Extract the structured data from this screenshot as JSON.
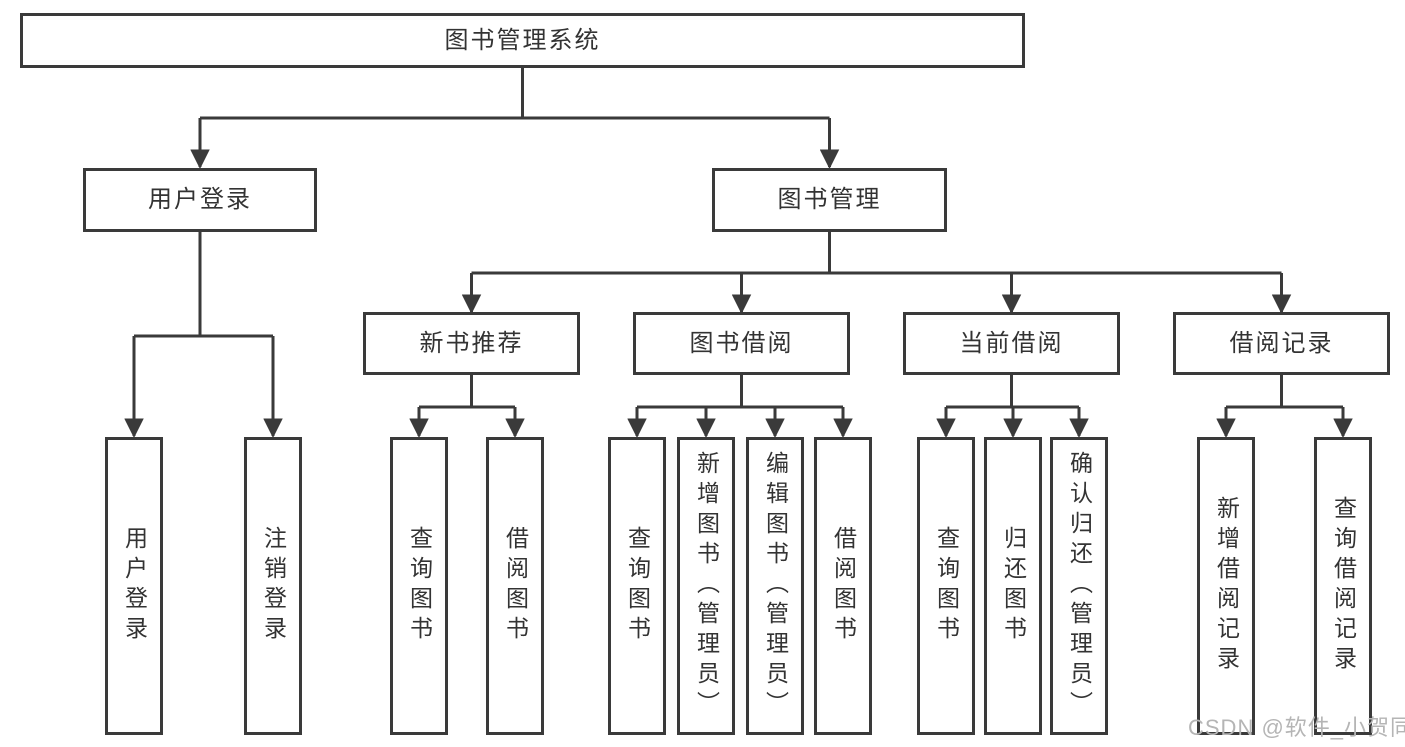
{
  "diagram": {
    "type": "hierarchy-tree",
    "root": {
      "label": "图书管理系统"
    },
    "level2": [
      {
        "label": "用户登录",
        "parent": "图书管理系统"
      },
      {
        "label": "图书管理",
        "parent": "图书管理系统"
      }
    ],
    "level3": [
      {
        "label": "新书推荐",
        "parent": "图书管理"
      },
      {
        "label": "图书借阅",
        "parent": "图书管理"
      },
      {
        "label": "当前借阅",
        "parent": "图书管理"
      },
      {
        "label": "借阅记录",
        "parent": "图书管理"
      }
    ],
    "leaves": [
      {
        "label": "用户登录",
        "parent": "用户登录"
      },
      {
        "label": "注销登录",
        "parent": "用户登录"
      },
      {
        "label": "查询图书",
        "parent": "新书推荐"
      },
      {
        "label": "借阅图书",
        "parent": "新书推荐"
      },
      {
        "label": "查询图书",
        "parent": "图书借阅"
      },
      {
        "label": "新增图书（管理员）",
        "parent": "图书借阅"
      },
      {
        "label": "编辑图书（管理员）",
        "parent": "图书借阅"
      },
      {
        "label": "借阅图书",
        "parent": "图书借阅"
      },
      {
        "label": "查询图书",
        "parent": "当前借阅"
      },
      {
        "label": "归还图书",
        "parent": "当前借阅"
      },
      {
        "label": "确认归还（管理员）",
        "parent": "当前借阅"
      },
      {
        "label": "新增借阅记录",
        "parent": "借阅记录"
      },
      {
        "label": "查询借阅记录",
        "parent": "借阅记录"
      }
    ]
  },
  "watermark": {
    "text": "CSDN @软件_小贺同学"
  },
  "colors": {
    "line": "#3a3a3a",
    "text": "#333333",
    "watermark": "#b5b5b5",
    "background": "#ffffff"
  }
}
